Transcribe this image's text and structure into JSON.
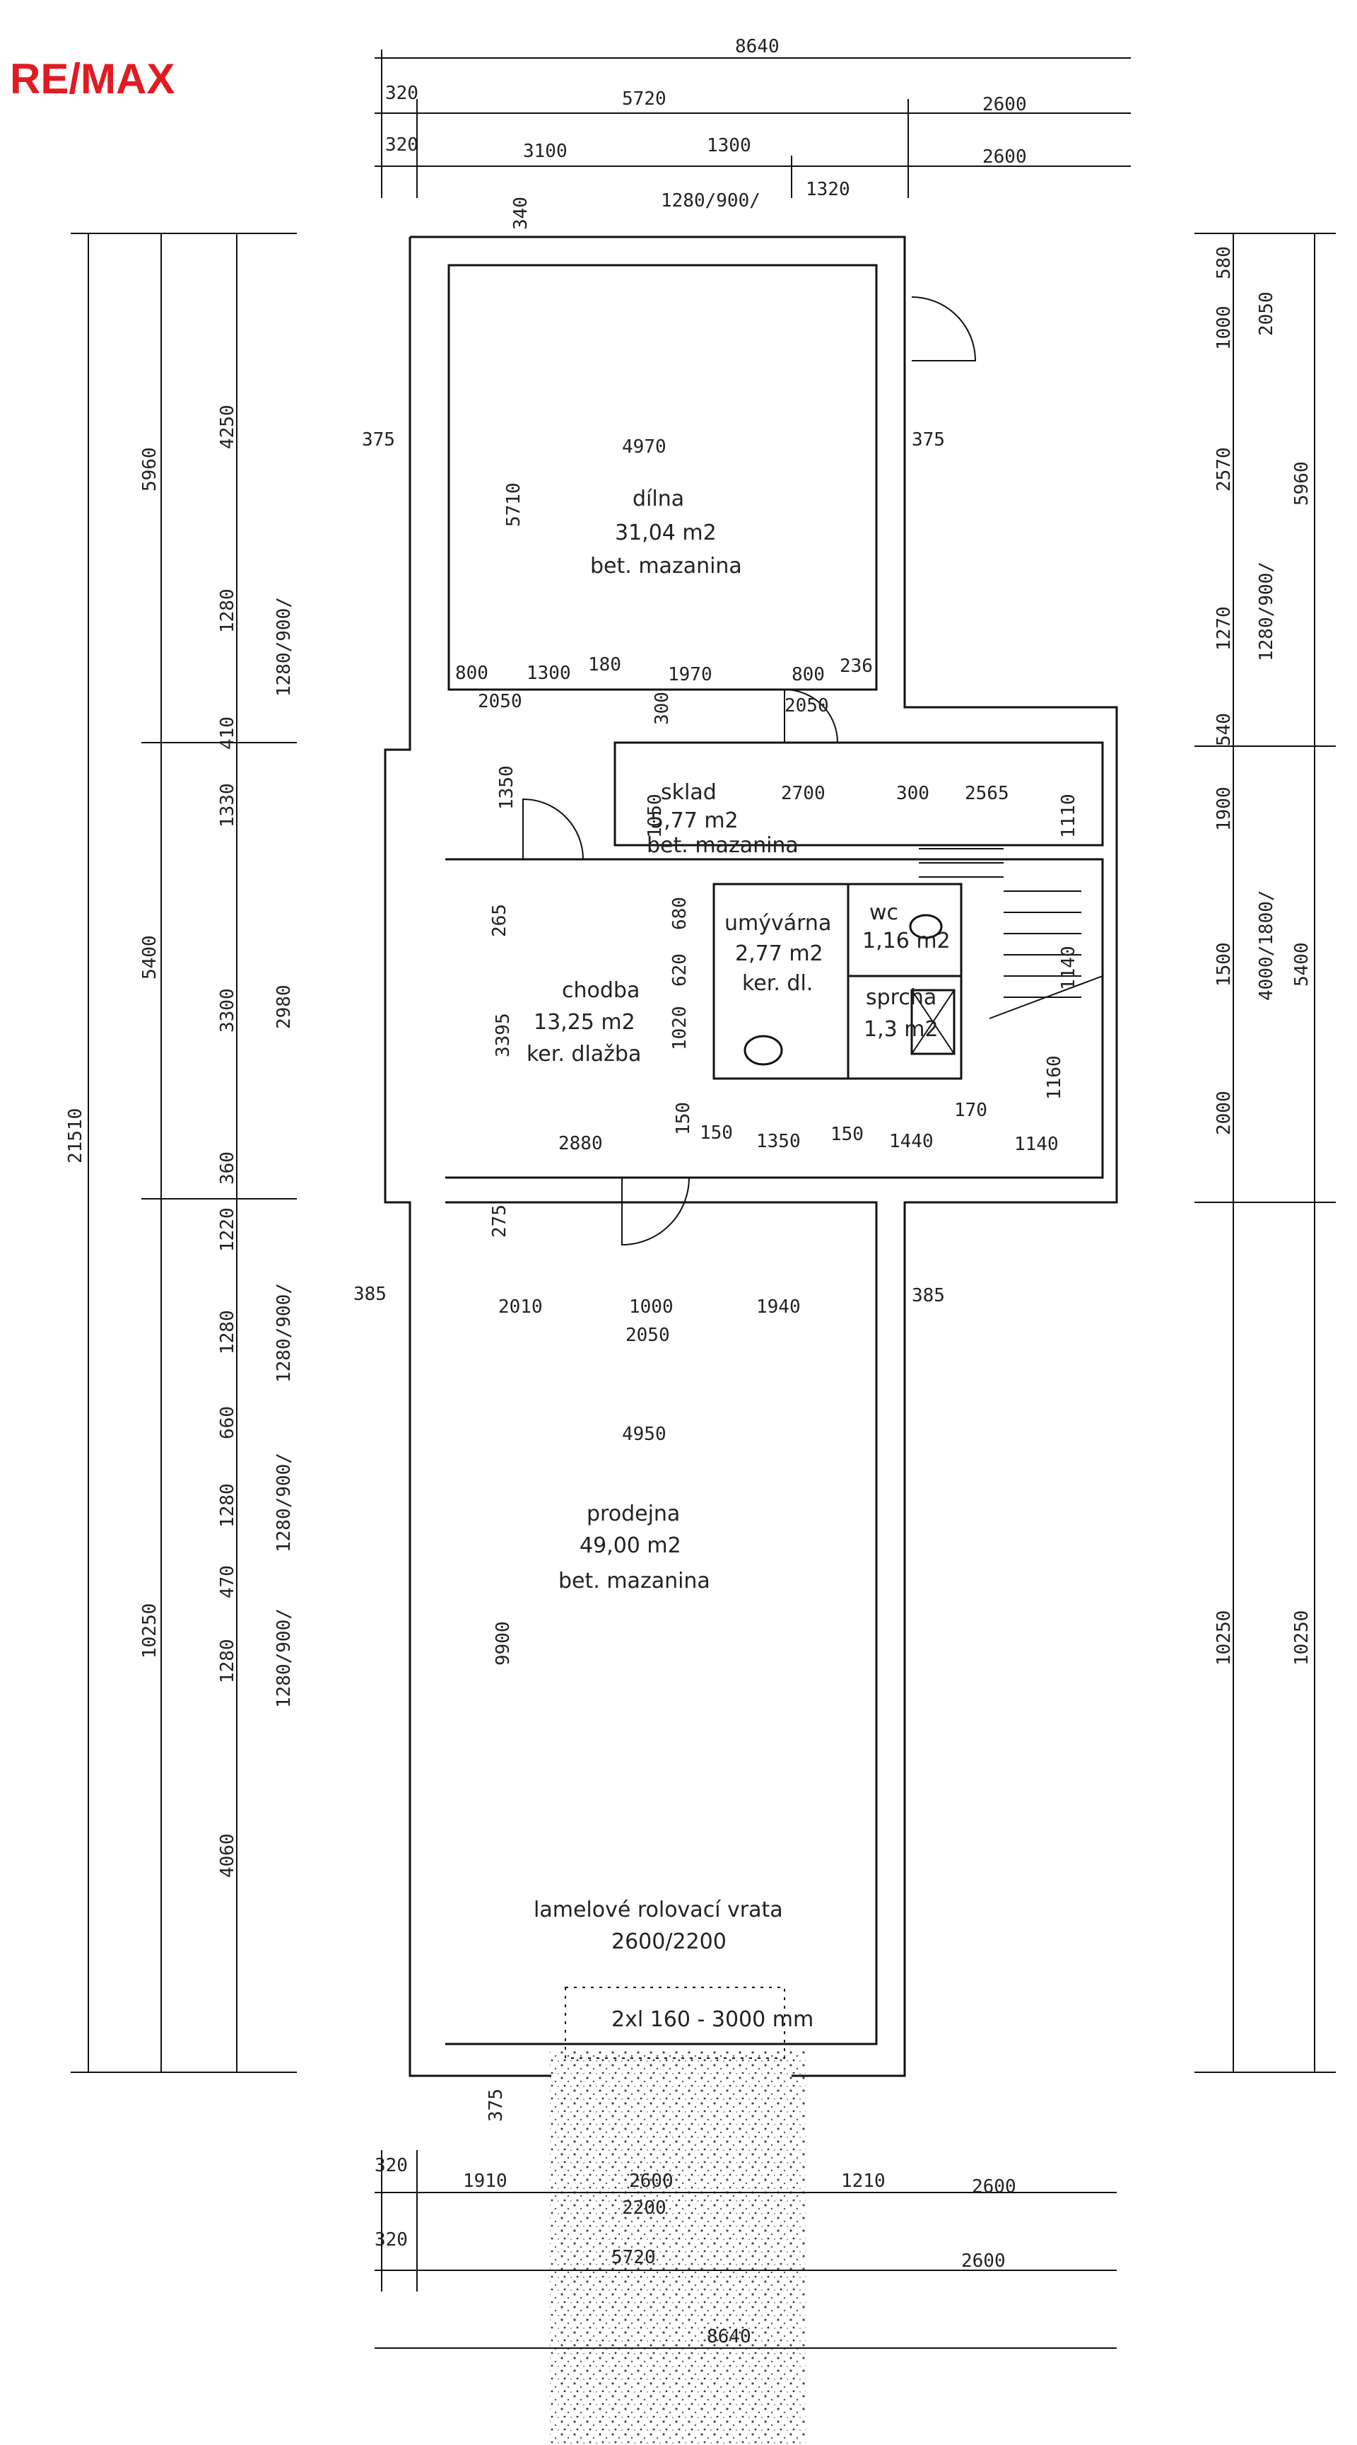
{
  "brand": {
    "logo_text": "RE/MAX",
    "logo_color": "#e11b22"
  },
  "rooms": {
    "dilna": {
      "name": "dílna",
      "area": "31,04 m2",
      "floor": "bet. mazanina"
    },
    "sklad": {
      "name": "sklad",
      "area": "5,77 m2",
      "floor": "bet. mazanina"
    },
    "wc": {
      "name": "wc",
      "area": "1,16 m2"
    },
    "umyvarna": {
      "name": "umývárna",
      "area": "2,77 m2",
      "floor": "ker. dl."
    },
    "sprcha": {
      "name": "sprcha",
      "area": "1,3 m2"
    },
    "chodba": {
      "name": "chodba",
      "area": "13,25 m2",
      "floor": "ker. dlažba"
    },
    "prodejna": {
      "name": "prodejna",
      "area": "49,00 m2",
      "floor": "bet. mazanina"
    }
  },
  "notes": {
    "gate": "lamelové rolovací vrata",
    "gate_size": "2600/2200",
    "gutter": "2xl 160 - 3000 mm"
  },
  "dims_top": {
    "total": "8640",
    "a1": "320",
    "a2": "5720",
    "a3": "2600",
    "b1": "320",
    "b2": "3100",
    "b3": "1300",
    "b4": "2600",
    "b5": "1280/900/",
    "b6": "1320",
    "wall": "340"
  },
  "dims_bottom": {
    "a1": "320",
    "a2": "1910",
    "a3": "2600",
    "a4": "1210",
    "a5": "2600",
    "a6": "2200",
    "b1": "320",
    "b2": "5720",
    "b3": "2600",
    "total": "8640",
    "wall": "375"
  },
  "dims_inner": {
    "w375l": "375",
    "w375r": "375",
    "w4970": "4970",
    "h5710": "5710",
    "r800": "800",
    "r1300": "1300",
    "r180": "180",
    "r1970": "1970",
    "r800b": "800",
    "r236": "236",
    "r2050a": "2050",
    "r2050b": "2050",
    "h300": "300",
    "h1350": "1350",
    "sk2700": "2700",
    "sk300": "300",
    "sk2565": "2565",
    "sk1050": "1050",
    "sk1110": "1110",
    "h265": "265",
    "h680": "680",
    "h620": "620",
    "h1020": "1020",
    "h3395": "3395",
    "c2880": "2880",
    "c150a": "150",
    "c150b": "150",
    "c1350": "1350",
    "c150c": "150",
    "c1440": "1440",
    "c1140": "1140",
    "c170": "170",
    "c1160": "1160",
    "c1140b": "1140",
    "h275": "275",
    "w385l": "385",
    "w385r": "385",
    "p2010": "2010",
    "p1000": "1000",
    "p1940": "1940",
    "p2050": "2050",
    "p4950": "4950",
    "h9900": "9900"
  },
  "dims_left": {
    "total": "21510",
    "a1": "5960",
    "a2": "5400",
    "a3": "10250",
    "b1": "4250",
    "b2": "1280",
    "b3": "410",
    "b4": "1330",
    "b5": "3300",
    "b6": "360",
    "b7": "1220",
    "b8": "1280",
    "b9": "660",
    "b10": "1280",
    "b11": "470",
    "b12": "1280",
    "b13": "4060",
    "c1": "1280/900/",
    "c2": "2980",
    "c3": "1280/900/",
    "c4": "1280/900/",
    "c5": "1280/900/"
  },
  "dims_right": {
    "a1": "580",
    "a2": "1000",
    "a3": "2050",
    "a4": "2570",
    "a5": "5960",
    "a6": "1270",
    "a7": "1280/900/",
    "a8": "540",
    "a9": "1900",
    "a10": "1500",
    "a11": "4000/1800/",
    "a12": "5400",
    "a13": "2000",
    "a14": "10250",
    "a15": "10250"
  }
}
